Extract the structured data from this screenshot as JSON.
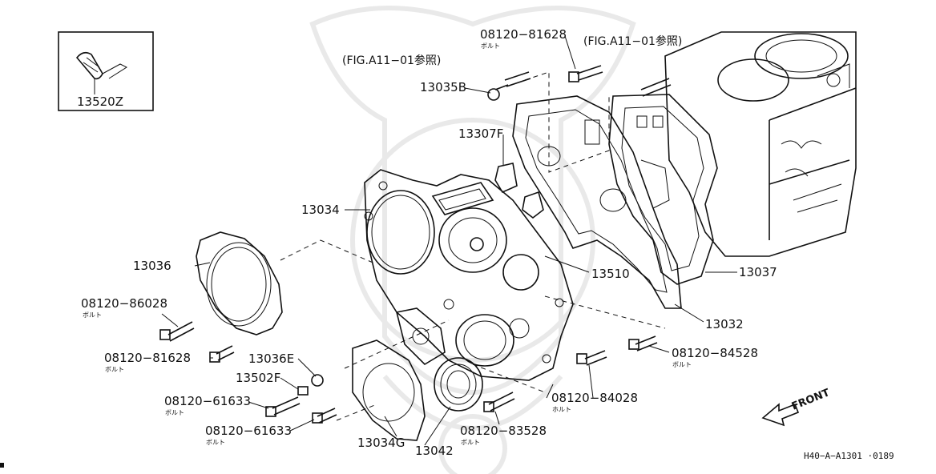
{
  "colors": {
    "ink": "#111111",
    "background": "#ffffff",
    "watermark": "#e9e9e9"
  },
  "inset": {
    "part_number": "13520Z"
  },
  "references": {
    "fig_ref_left": "(FIG.A11−01参照)",
    "fig_ref_right": "(FIG.A11−01参照)"
  },
  "callouts": {
    "p13520Z": "13520Z",
    "p13035B": "13035B",
    "p13307F": "13307F",
    "p13034": "13034",
    "p13036": "13036",
    "p13510": "13510",
    "p13037": "13037",
    "p13032": "13032",
    "p13036E": "13036E",
    "p13502F": "13502F",
    "p13034G": "13034G",
    "p13042": "13042",
    "b08120_81628_top": "08120−81628",
    "b08120_86028": "08120−86028",
    "b08120_81628_left": "08120−81628",
    "b08120_61633_a": "08120−61633",
    "b08120_61633_b": "08120−61633",
    "b08120_83528": "08120−83528",
    "b08120_84028": "08120−84028",
    "b08120_84528": "08120−84528"
  },
  "bolt_word": "ボルト",
  "bolt_word_alt": "ホルト",
  "front_label": "FRONT",
  "footer_code": "H40−A−A1301 ·0189",
  "icons": [
    "front-arrow-icon",
    "watermark-emblem-icon"
  ]
}
